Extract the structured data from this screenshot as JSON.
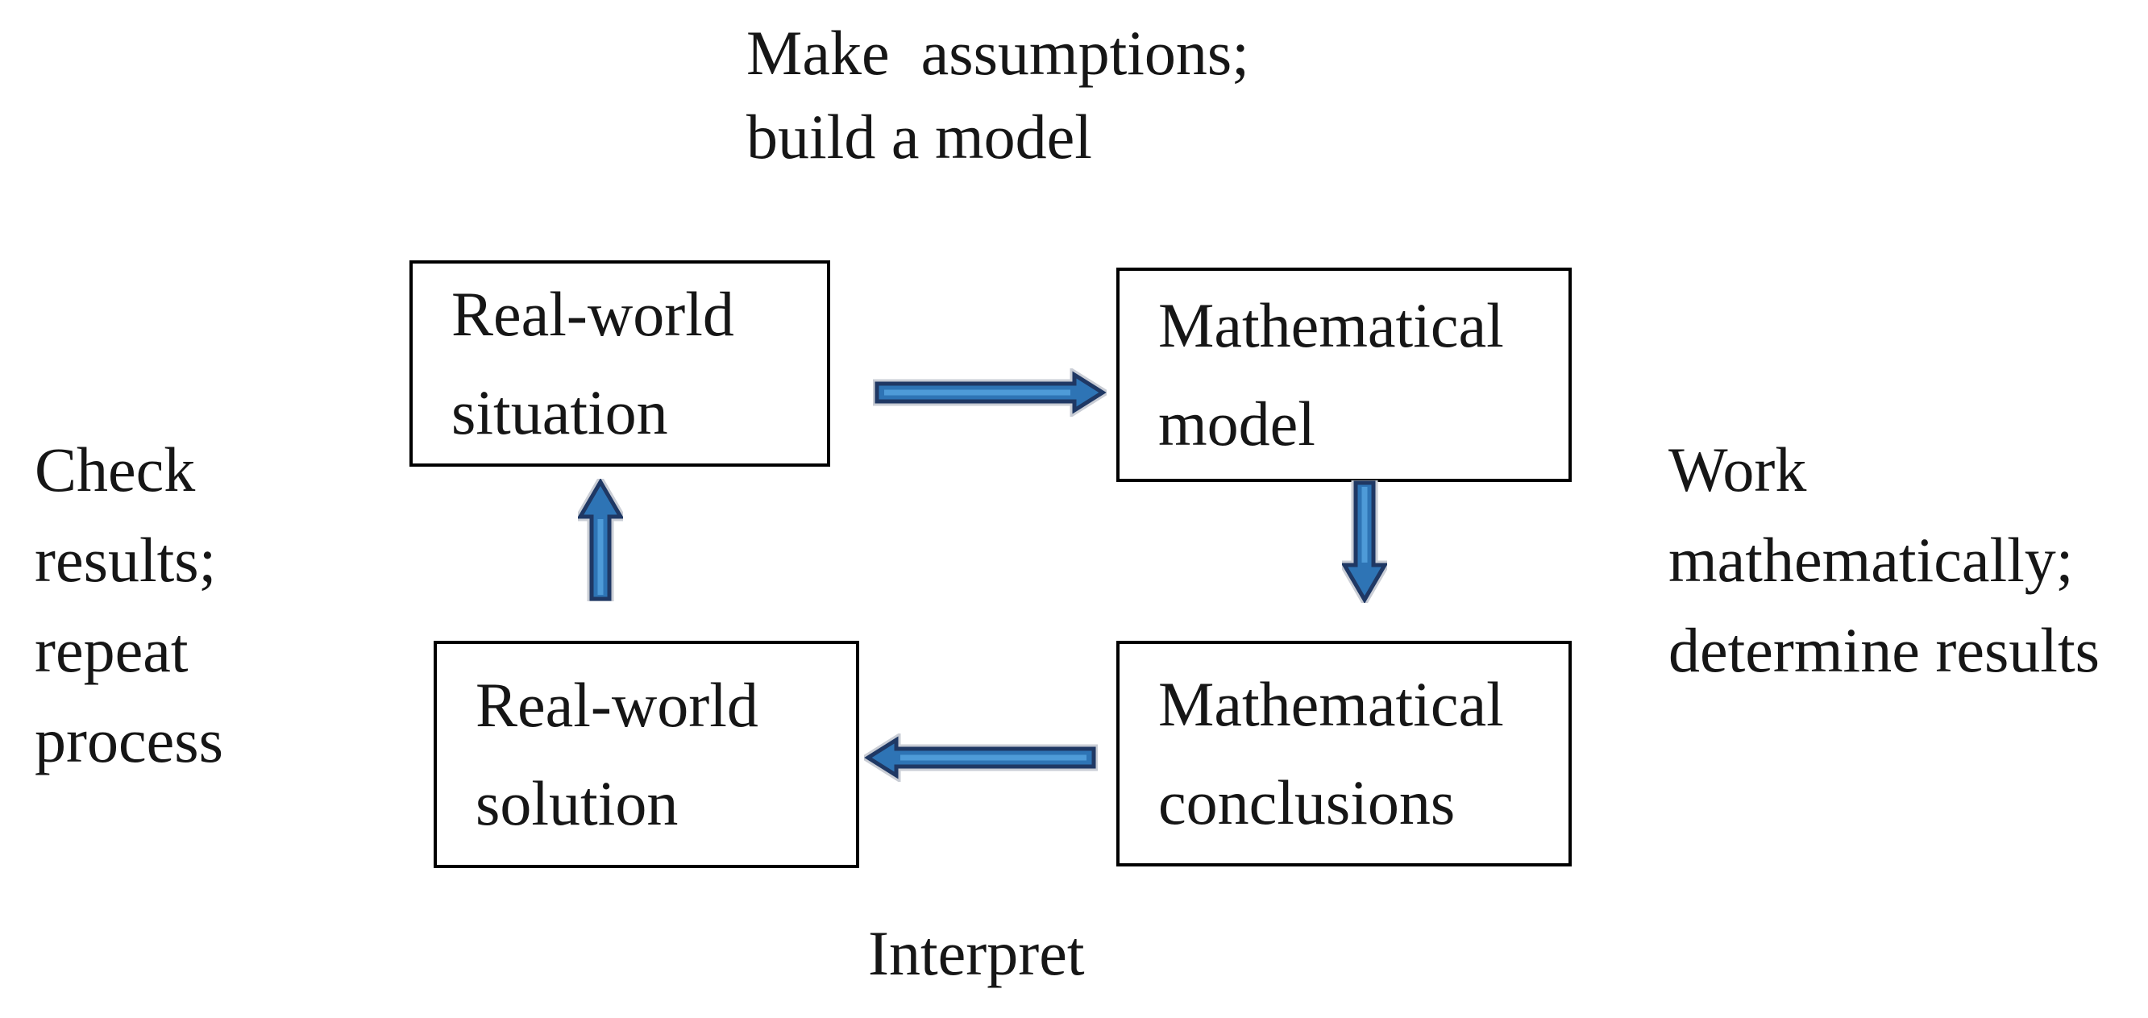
{
  "diagram": {
    "title_semantics": "mathematical modeling cycle",
    "boxes": [
      {
        "id": "real-world-situation",
        "lines": [
          "Real-world",
          "situation"
        ]
      },
      {
        "id": "mathematical-model",
        "lines": [
          "Mathematical",
          "model"
        ]
      },
      {
        "id": "mathematical-conclusions",
        "lines": [
          "Mathematical",
          "conclusions"
        ]
      },
      {
        "id": "real-world-solution",
        "lines": [
          "Real-world",
          "solution"
        ]
      }
    ],
    "labels": {
      "top": {
        "lines": [
          "Make  assumptions;",
          "build a model"
        ]
      },
      "right": {
        "lines": [
          "Work",
          "mathematically;",
          "determine results"
        ]
      },
      "bottom": {
        "lines": [
          "Interpret"
        ]
      },
      "left": {
        "lines": [
          "Check",
          "results;",
          "repeat",
          "process"
        ]
      }
    },
    "arrows": [
      {
        "name": "arrow-right",
        "direction": "right",
        "from": "real-world-situation",
        "to": "mathematical-model"
      },
      {
        "name": "arrow-down",
        "direction": "down",
        "from": "mathematical-model",
        "to": "mathematical-conclusions"
      },
      {
        "name": "arrow-left",
        "direction": "left",
        "from": "mathematical-conclusions",
        "to": "real-world-solution"
      },
      {
        "name": "arrow-up",
        "direction": "up",
        "from": "real-world-solution",
        "to": "real-world-situation"
      }
    ],
    "colors": {
      "background": "#FFFFFF",
      "text": "#161616",
      "box_border": "#000000",
      "arrow_fill": "#2E74B5",
      "arrow_border": "#1F3864",
      "arrow_halo": "#C9CDD5",
      "arrow_highlight": "#4E9BD8"
    }
  }
}
